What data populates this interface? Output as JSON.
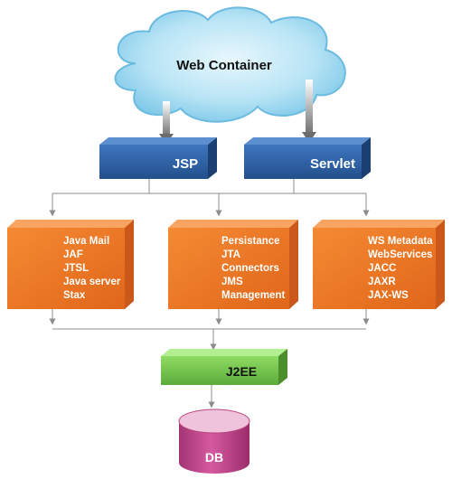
{
  "diagram": {
    "cloud": {
      "label": "Web Container"
    },
    "jsp": {
      "label": "JSP"
    },
    "servlet": {
      "label": "Servlet"
    },
    "box_left": {
      "items": [
        "Java Mail",
        "JAF",
        "JTSL",
        "Java server",
        "Stax"
      ]
    },
    "box_center": {
      "items": [
        "Persistance",
        "JTA",
        "Connectors",
        "JMS",
        "Management"
      ]
    },
    "box_right": {
      "items": [
        "WS Metadata",
        "WebServices",
        "JACC",
        "JAXR",
        "JAX-WS"
      ]
    },
    "j2ee": {
      "label": "J2EE"
    },
    "db": {
      "label": "DB"
    }
  },
  "colors": {
    "cloud_fill": "#aee0f2",
    "cloud_stroke": "#5fb3d9",
    "blue_box": "#2f66ad",
    "orange_box": "#f07a25",
    "green_box": "#7ccf52",
    "db_fill": "#c8478f",
    "connector": "#8c8c8c"
  }
}
